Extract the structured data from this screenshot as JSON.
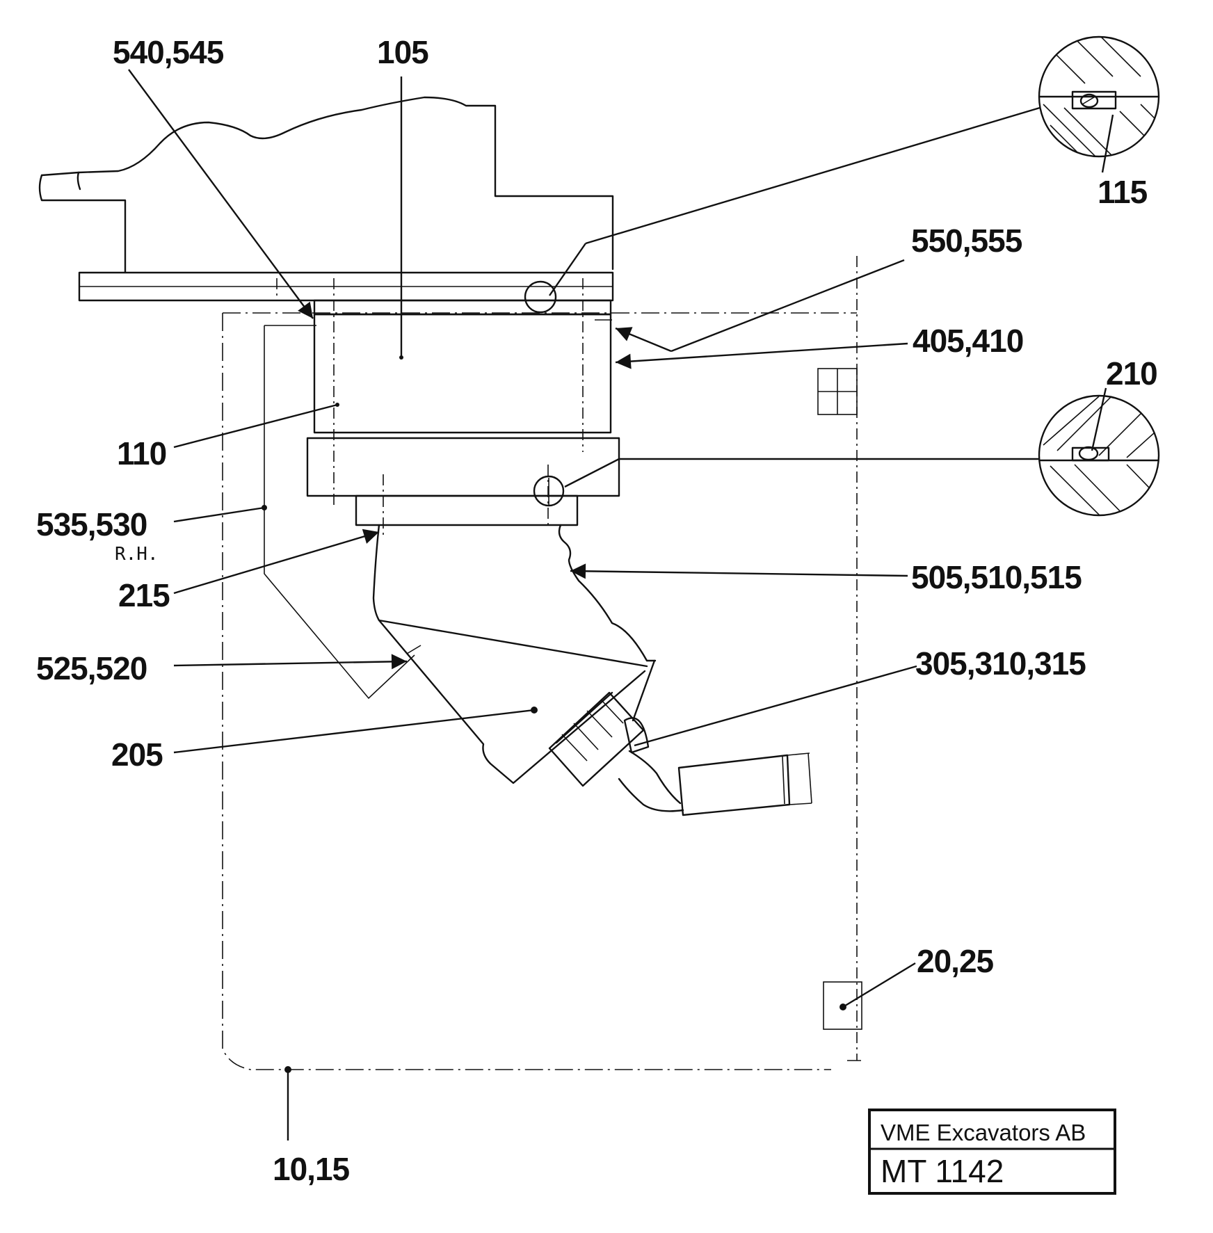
{
  "callouts": {
    "c540": "540,545",
    "c105": "105",
    "c115": "115",
    "c550": "550,555",
    "c405": "405,410",
    "c210": "210",
    "c110": "110",
    "c535": "535,530",
    "rh": "R.H.",
    "c215": "215",
    "c505": "505,510,515",
    "c525": "525,520",
    "c305": "305,310,315",
    "c205": "205",
    "c20": "20,25",
    "c10": "10,15"
  },
  "title_block": {
    "company": "VME Excavators AB",
    "code": "MT 1142"
  }
}
